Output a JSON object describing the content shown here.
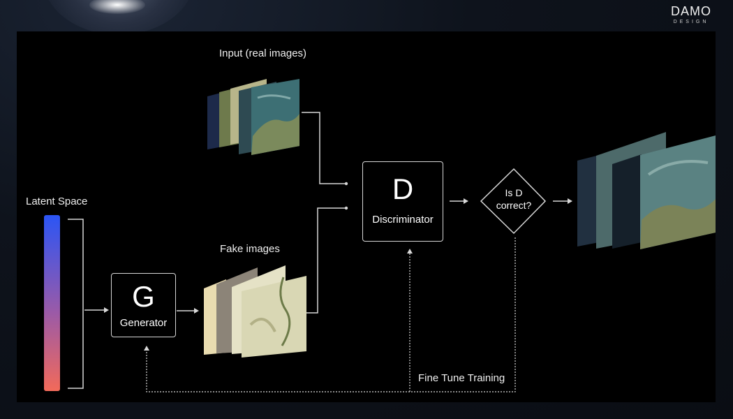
{
  "logo": {
    "main": "DAMO",
    "sub": "DESIGN"
  },
  "diagram": {
    "latent_space_label": "Latent Space",
    "generator": {
      "letter": "G",
      "label": "Generator"
    },
    "fake_images_label": "Fake images",
    "real_images_label": "Input (real images)",
    "discriminator": {
      "letter": "D",
      "label": "Discriminator"
    },
    "decision": {
      "line1": "Is D",
      "line2": "correct?"
    },
    "feedback_label": "Fine Tune Training"
  },
  "colors": {
    "gradient_top": "#2b55f5",
    "gradient_bottom": "#f26a5a",
    "line": "#d8d8d8"
  }
}
